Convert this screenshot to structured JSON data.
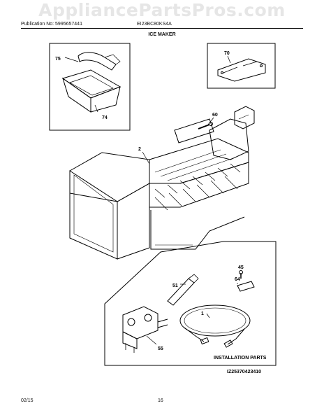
{
  "watermark": "AppliancePartsPros.com",
  "header": {
    "publication": "Publication No: 5995657441",
    "model": "EI23BC80KS4A",
    "title": "ICE MAKER"
  },
  "parts": [
    {
      "key": "p75",
      "num": "75"
    },
    {
      "key": "p74",
      "num": "74"
    },
    {
      "key": "p70",
      "num": "70"
    },
    {
      "key": "p60",
      "num": "60"
    },
    {
      "key": "p2",
      "num": "2"
    },
    {
      "key": "p45",
      "num": "45"
    },
    {
      "key": "p64",
      "num": "64"
    },
    {
      "key": "p51",
      "num": "51"
    },
    {
      "key": "p1",
      "num": "1"
    },
    {
      "key": "p55",
      "num": "55"
    }
  ],
  "installation_label": "INSTALLATION PARTS",
  "diagram_code": "IZ25370423410",
  "footer": {
    "date": "02/15",
    "page": "16"
  }
}
